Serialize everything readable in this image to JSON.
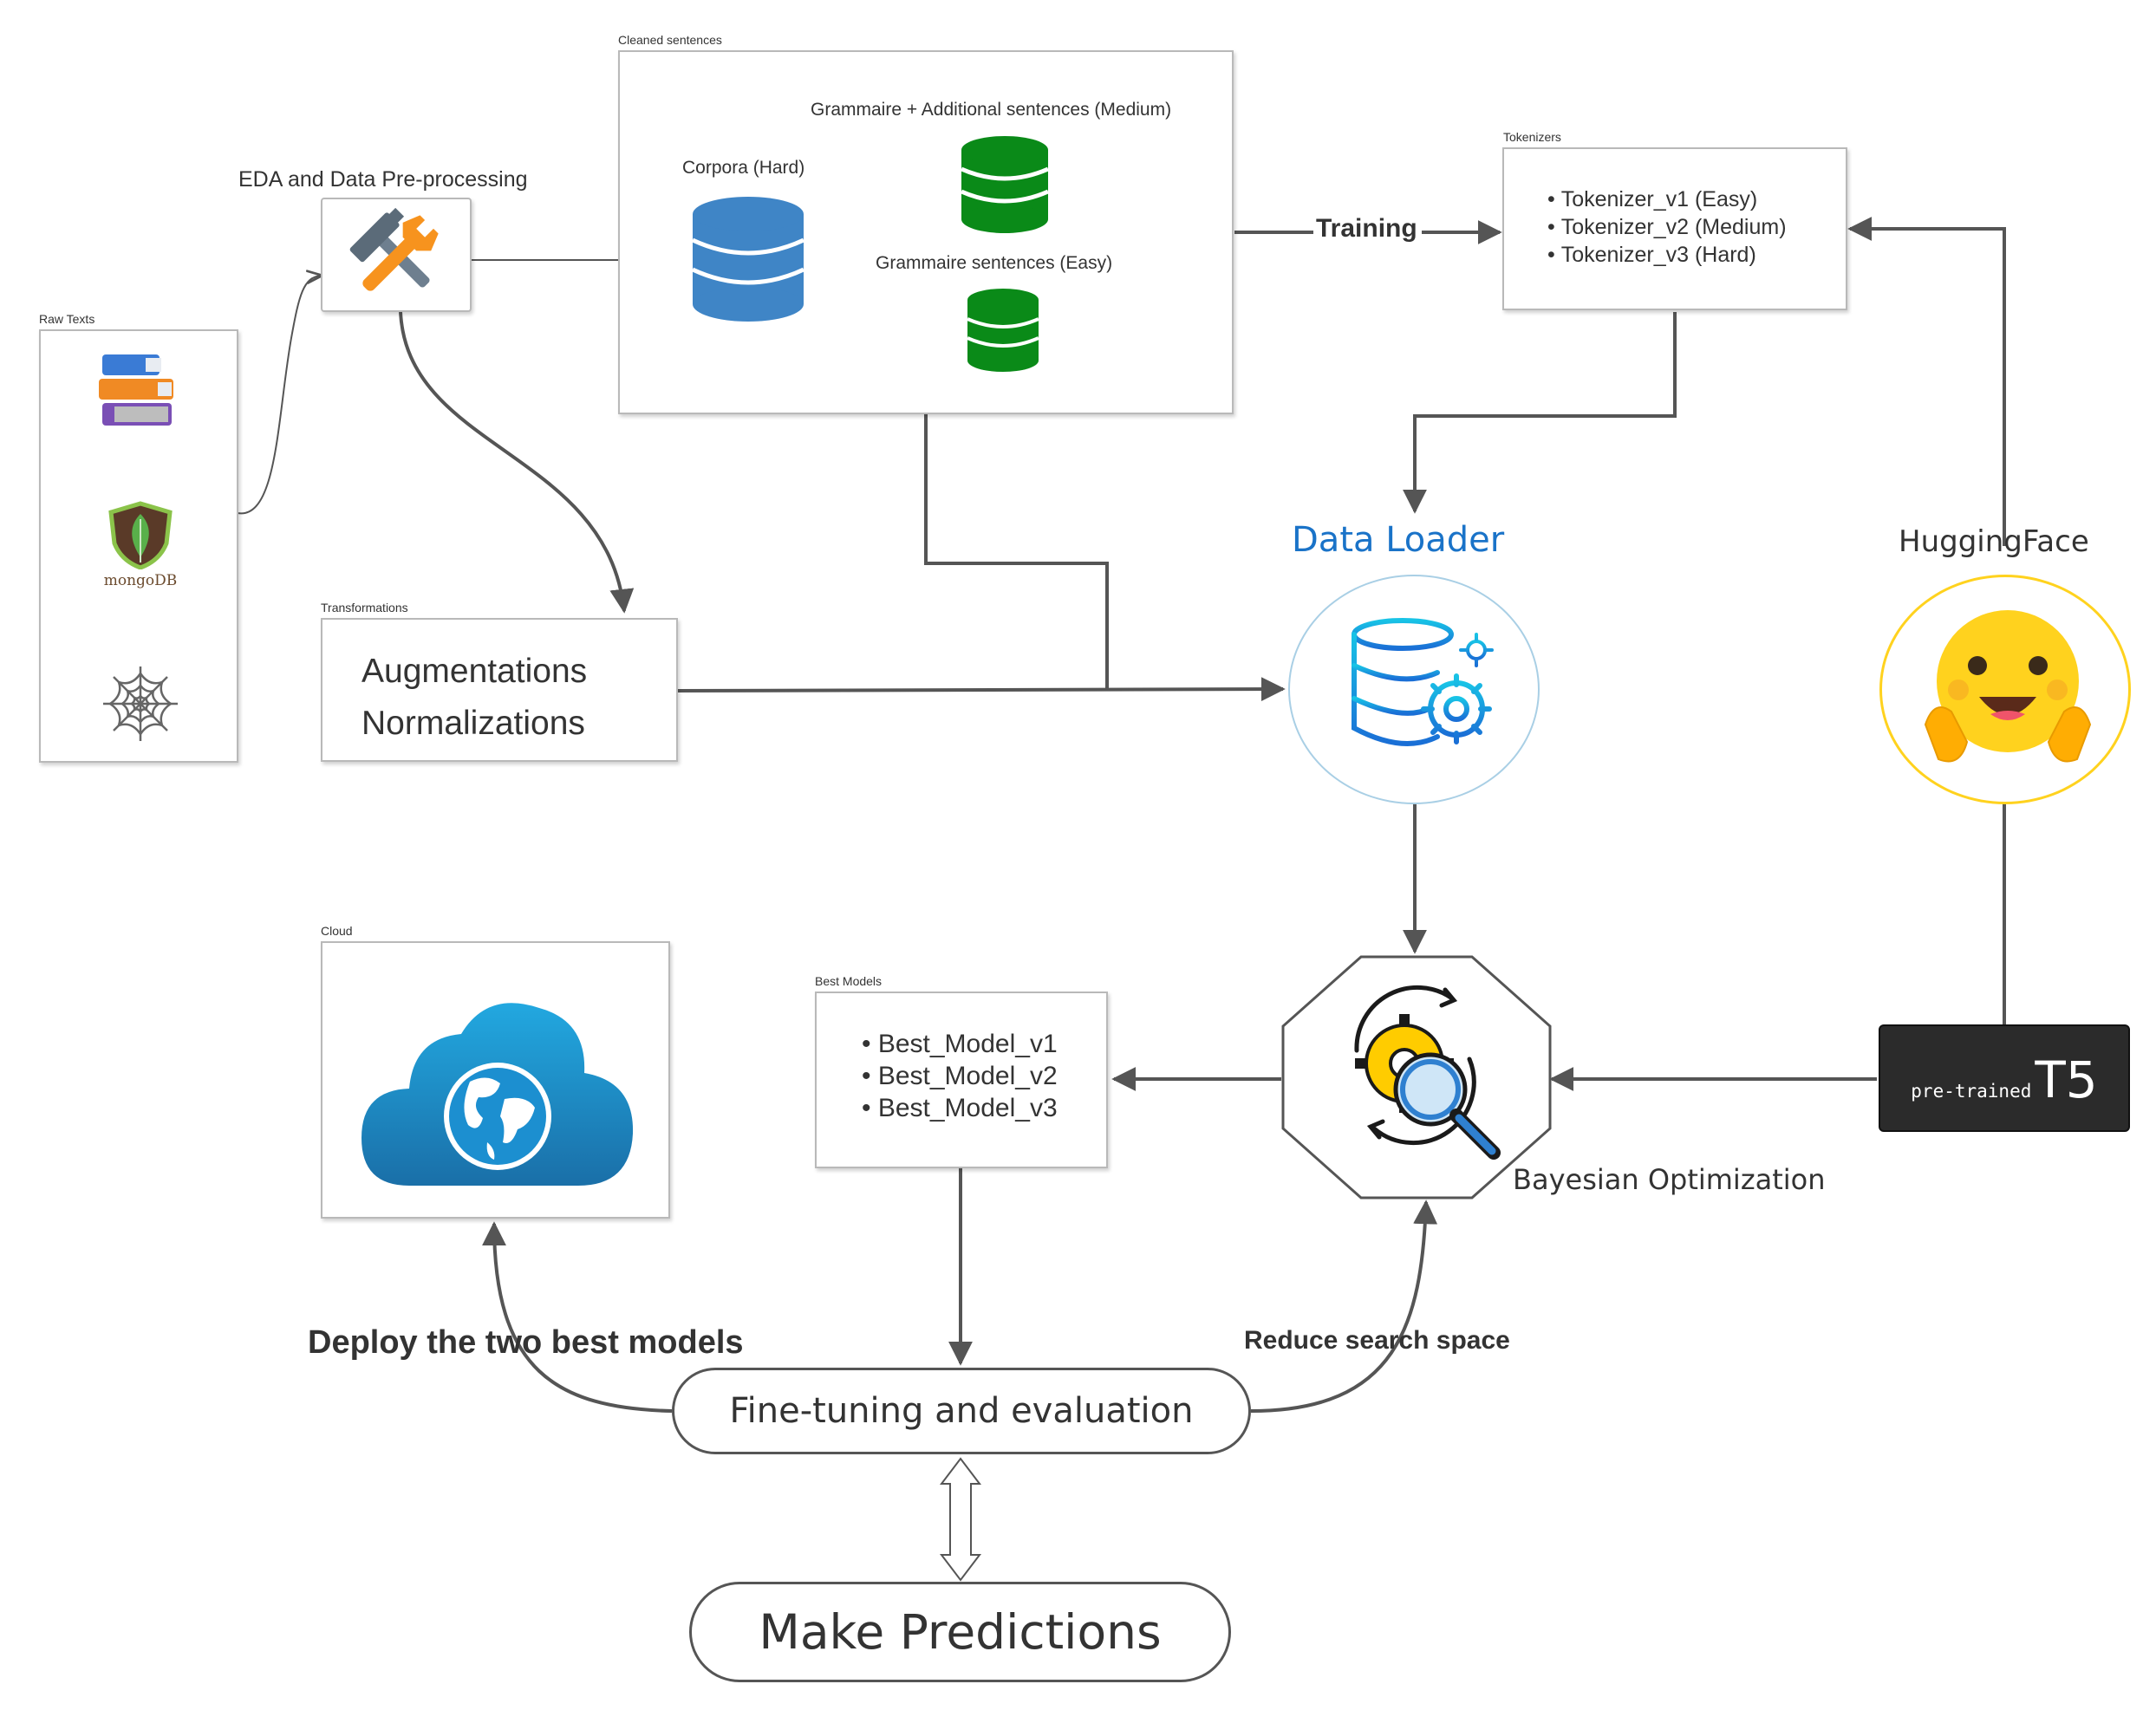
{
  "raw_texts": {
    "title": "Raw Texts",
    "mongo_text": "mongoDB"
  },
  "eda": {
    "title": "EDA and Data Pre-processing"
  },
  "cleaned": {
    "title": "Cleaned sentences",
    "corpora": "Corpora (Hard)",
    "medium": "Grammaire + Additional sentences (Medium)",
    "easy": "Grammaire sentences (Easy)"
  },
  "training_label": "Training",
  "tokenizers": {
    "title": "Tokenizers",
    "items": [
      "Tokenizer_v1 (Easy)",
      "Tokenizer_v2 (Medium)",
      "Tokenizer_v3 (Hard)"
    ]
  },
  "transformations": {
    "title": "Transformations",
    "items": [
      "Augmentations",
      "Normalizations"
    ]
  },
  "data_loader": {
    "title": "Data Loader"
  },
  "huggingface": {
    "title": "HuggingFace"
  },
  "cloud": {
    "title": "Cloud"
  },
  "best_models": {
    "title": "Best Models",
    "items": [
      "Best_Model_v1",
      "Best_Model_v2",
      "Best_Model_v3"
    ]
  },
  "bayesian": {
    "title": "Bayesian Optimization"
  },
  "t5": {
    "prefix": "pre-trained",
    "name": "T5"
  },
  "deploy_label": "Deploy the two best models",
  "reduce_label": "Reduce search space",
  "finetune": "Fine-tuning and evaluation",
  "predict": "Make Predictions",
  "colors": {
    "accent_blue": "#1a73c8",
    "db_blue": "#3f85c6",
    "db_green": "#0a8a18",
    "hf_yellow": "#ffd21e",
    "connector": "#555555"
  }
}
